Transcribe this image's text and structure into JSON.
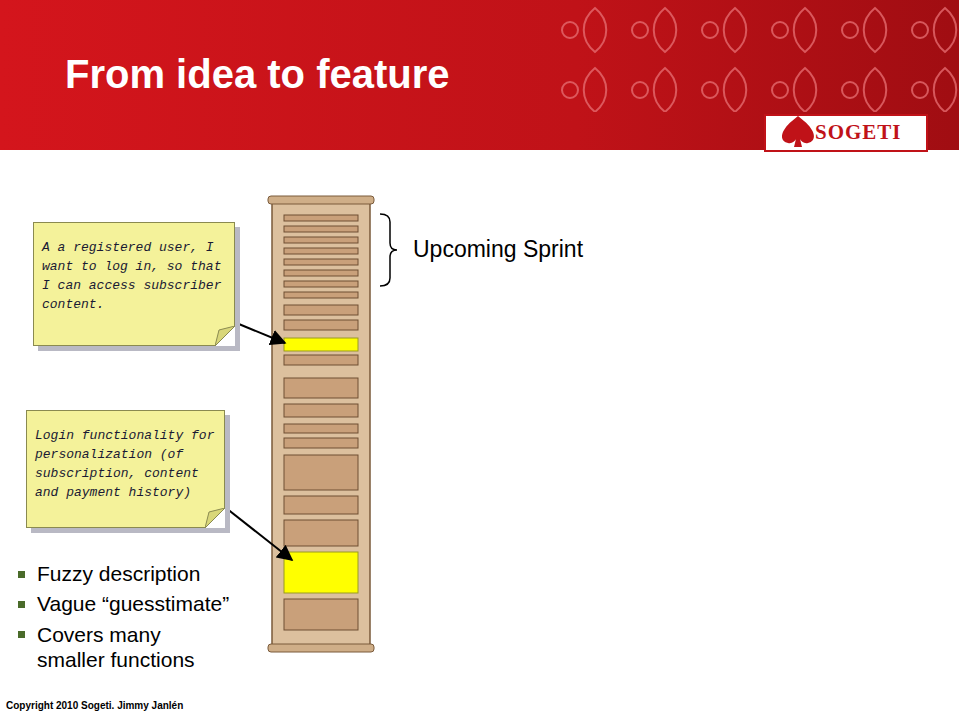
{
  "diagram": {
    "title": "From idea to feature",
    "nodes": [
      {
        "text": [
          "A a registered user, I want to log in, so that I can access subscriber content."
        ]
      },
      {
        "text": [
          "Login functionality for personalization (of subscription, content and payment history)"
        ]
      }
    ],
    "labels": [
      "Upcoming Sprint",
      "Fuzzy description",
      "Vague “guesstimate”",
      "Covers many smaller functions",
      "SOGETI",
      "Copyright 2010 Sogeti. Jimmy Janlén"
    ]
  }
}
